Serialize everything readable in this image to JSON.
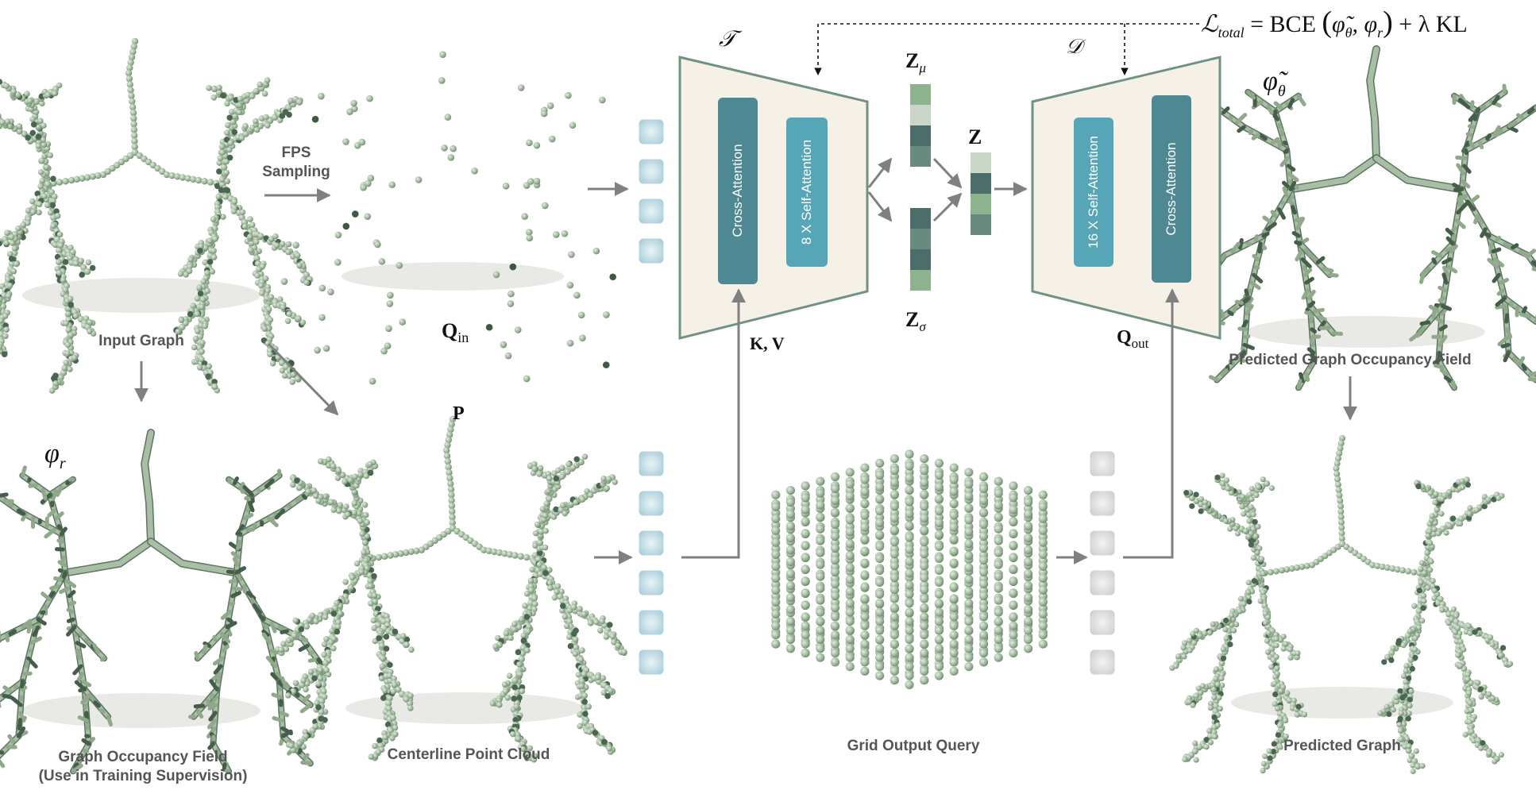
{
  "colors": {
    "point_green": "#9fb89c",
    "point_dark": "#3f5a44",
    "tree_fill": "#8fa98a",
    "shadow": "#e6e6e2",
    "box_fill": "#f5f1e6",
    "box_stroke": "#6f9283",
    "cross_attention": "#4e8893",
    "self_attention": "#57a6b8",
    "token_blue": "#bcd9e3",
    "token_gray": "#d9d9d9",
    "arrow": "#808080",
    "latent": [
      "#8fb28f",
      "#c9d6c8",
      "#4d6d6a",
      "#6a8a80"
    ]
  },
  "formula": {
    "loss_symbol": "ℒ",
    "loss_sub": "total",
    "equals": "= BCE",
    "lparen": "(",
    "phi_theta": "φ̃",
    "theta": "θ",
    "comma_phi": ", φ",
    "r": "r",
    "rparen": ")",
    "tail": "+ λ KL"
  },
  "labels": {
    "fps": "FPS",
    "sampling": "Sampling",
    "input_graph": "Input Graph",
    "q_in": "Q",
    "q_in_sub": "in",
    "p": "P",
    "encoder_symbol": "𝒯",
    "decoder_symbol": "𝒟",
    "kv": "K, V",
    "z_mu": "Z",
    "mu": "μ",
    "z_sigma": "Z",
    "sigma": "σ",
    "z": "Z",
    "q_out": "Q",
    "q_out_sub": "out",
    "phi_r": "φ",
    "r": "r",
    "phi_theta": "φ̃",
    "theta": "θ",
    "enc_cross": "Cross-Attention",
    "enc_self": "8 X Self-Attention",
    "dec_self": "16 X Self-Attention",
    "dec_cross": "Cross-Attention",
    "occupancy_line1": "Graph Occupancy Field",
    "occupancy_line2": "(Use in Training Supervision)",
    "centerline": "Centerline Point Cloud",
    "grid_query": "Grid Output Query",
    "predicted_field": "Predicted Graph Occupancy Field",
    "predicted_graph": "Predicted Graph"
  }
}
